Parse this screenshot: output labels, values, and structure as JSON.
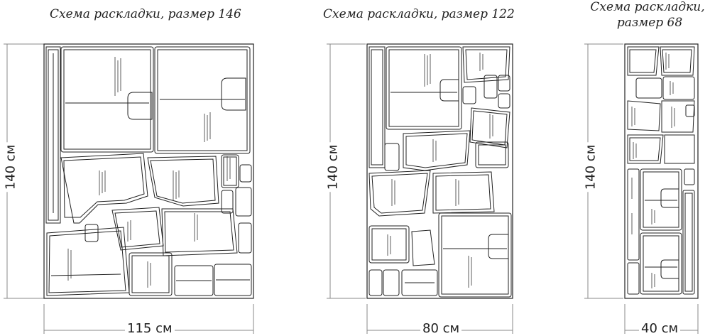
{
  "layouts": [
    {
      "title_line1": "Схема раскладки, размер 146",
      "title_line2": "",
      "height_label": "140 см",
      "width_label": "115 см"
    },
    {
      "title_line1": "Схема раскладки, размер 122",
      "title_line2": "",
      "height_label": "140 см",
      "width_label": "80 см"
    },
    {
      "title_line1": "Схема раскладки,",
      "title_line2": "размер 68",
      "height_label": "140 см",
      "width_label": "40 см"
    }
  ]
}
